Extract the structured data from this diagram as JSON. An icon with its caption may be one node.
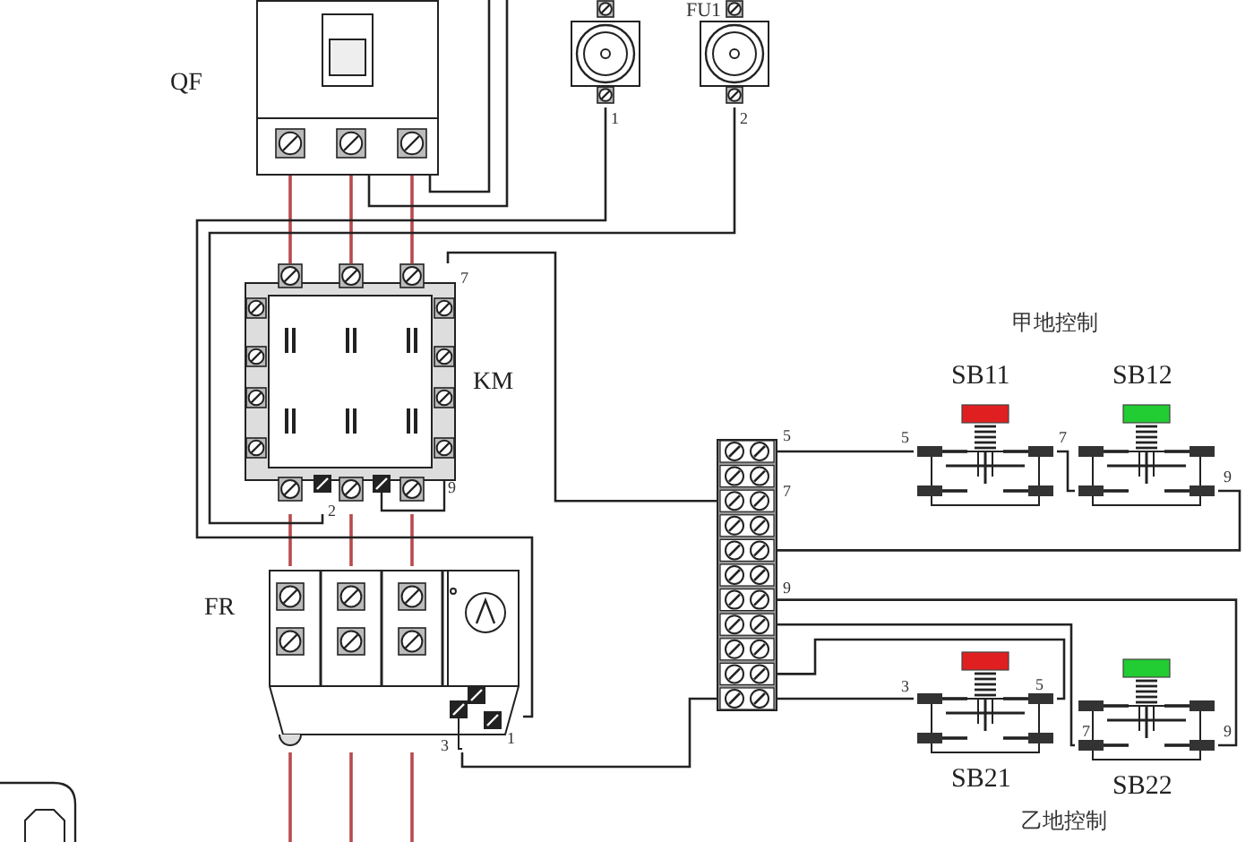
{
  "diagram": {
    "nodes": [
      {
        "text": [
          "QF"
        ]
      },
      {
        "text": [],
        "shape": "picture"
      },
      {
        "text": [],
        "shape": "picture"
      },
      {
        "text": [
          "KM"
        ]
      },
      {
        "text": [],
        "shape": "box"
      },
      {
        "text": [
          "SB11"
        ]
      },
      {
        "text": [
          "SB12"
        ]
      },
      {
        "text": [
          "FR"
        ]
      },
      {
        "text": [
          "SB21"
        ]
      },
      {
        "text": [
          "SB22"
        ]
      },
      {
        "text": [],
        "shape": "picture"
      }
    ],
    "edges": [
      {
        "from": 0,
        "to": 3,
        "arrow": "none",
        "color": "#b84a4f"
      },
      {
        "from": 0,
        "to": 3,
        "arrow": "none",
        "color": "#b84a4f"
      },
      {
        "from": 0,
        "to": 3,
        "arrow": "none",
        "color": "#b84a4f"
      },
      {
        "from": 3,
        "to": 7,
        "arrow": "none",
        "color": "#b84a4f"
      },
      {
        "from": 3,
        "to": 7,
        "arrow": "none",
        "color": "#b84a4f"
      },
      {
        "from": 3,
        "to": 7,
        "arrow": "none",
        "color": "#b84a4f"
      },
      {
        "from": 7,
        "to": null,
        "arrow": "none",
        "color": "#b84a4f"
      },
      {
        "from": 7,
        "to": null,
        "arrow": "none",
        "color": "#b84a4f"
      },
      {
        "from": 7,
        "to": null,
        "arrow": "none",
        "color": "#b84a4f"
      },
      {
        "from": 0,
        "to": null,
        "arrow": "none"
      },
      {
        "from": 0,
        "to": null,
        "arrow": "none"
      },
      {
        "from": 1,
        "to": 7,
        "arrow": "none"
      },
      {
        "from": 2,
        "to": 3,
        "arrow": "none"
      },
      {
        "from": 3,
        "to": 4,
        "arrow": "none"
      },
      {
        "from": 7,
        "to": 4,
        "arrow": "none"
      },
      {
        "from": 4,
        "to": 5,
        "arrow": "none"
      },
      {
        "from": 5,
        "to": 6,
        "arrow": "none"
      },
      {
        "from": 6,
        "to": 4,
        "arrow": "none"
      },
      {
        "from": 4,
        "to": 8,
        "arrow": "none"
      },
      {
        "from": 8,
        "to": 4,
        "arrow": "none"
      },
      {
        "from": 4,
        "to": 9,
        "arrow": "none"
      },
      {
        "from": 9,
        "to": 4,
        "arrow": "none"
      }
    ],
    "labels": [
      "FU1",
      "1",
      "2",
      "7",
      "2",
      "9",
      "3",
      "1",
      "5",
      "7",
      "9",
      "甲地控制",
      "5",
      "7",
      "9",
      "3",
      "5",
      "7",
      "9",
      "乙地控制"
    ]
  }
}
